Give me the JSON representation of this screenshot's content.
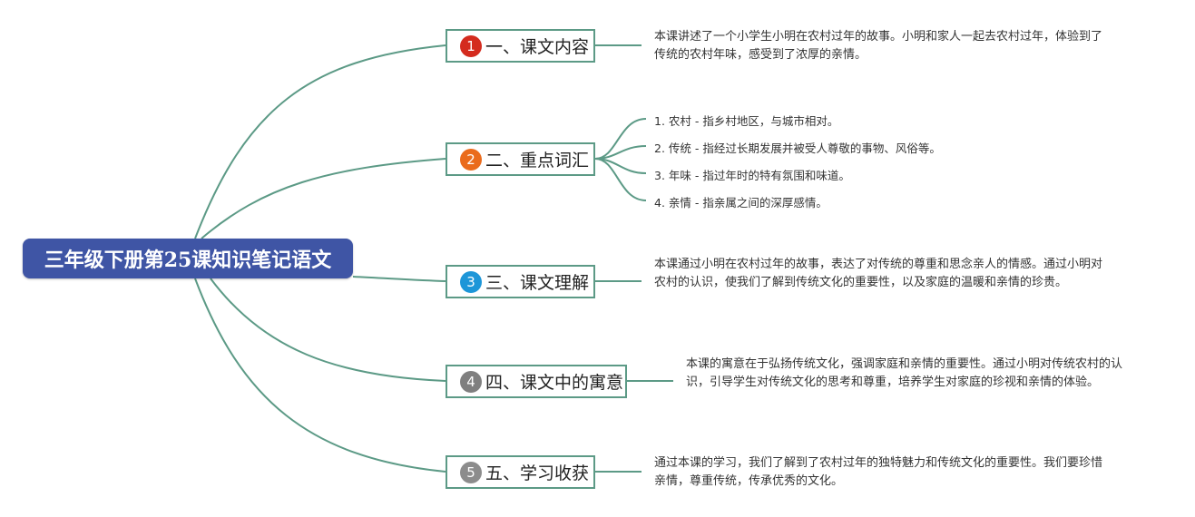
{
  "root": {
    "title": "三年级下册第25课知识笔记语文"
  },
  "colors": {
    "root": "#3f55a5",
    "line": "#5c9a86"
  },
  "branches": [
    {
      "num": "1",
      "badge_color": "#d42b1e",
      "label": "一、课文内容",
      "text": "本课讲述了一个小学生小明在农村过年的故事。小明和家人一起去农村过年，体验到了传统的农村年味，感受到了浓厚的亲情。"
    },
    {
      "num": "2",
      "badge_color": "#ea6b1c",
      "label": "二、重点词汇",
      "items": [
        "1. 农村 - 指乡村地区，与城市相对。",
        "2. 传统 - 指经过长期发展并被受人尊敬的事物、风俗等。",
        "3. 年味 - 指过年时的特有氛围和味道。",
        "4. 亲情 - 指亲属之间的深厚感情。"
      ]
    },
    {
      "num": "3",
      "badge_color": "#1d96d8",
      "label": "三、课文理解",
      "text": "本课通过小明在农村过年的故事，表达了对传统的尊重和思念亲人的情感。通过小明对农村的认识，使我们了解到传统文化的重要性，以及家庭的温暖和亲情的珍贵。"
    },
    {
      "num": "4",
      "badge_color": "#7f7f7f",
      "label": "四、课文中的寓意",
      "text": "本课的寓意在于弘扬传统文化，强调家庭和亲情的重要性。通过小明对传统农村的认识，引导学生对传统文化的思考和尊重，培养学生对家庭的珍视和亲情的体验。"
    },
    {
      "num": "5",
      "badge_color": "#8c8c8c",
      "label": "五、学习收获",
      "text": "通过本课的学习，我们了解到了农村过年的独特魅力和传统文化的重要性。我们要珍惜亲情，尊重传统，传承优秀的文化。"
    }
  ]
}
